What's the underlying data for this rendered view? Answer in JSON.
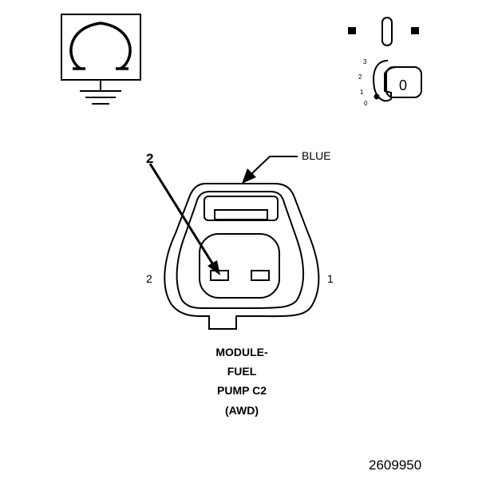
{
  "ohmmeter_symbol": {
    "glyph": "Ω"
  },
  "ignition_switch": {
    "positions": [
      "3",
      "2",
      "1",
      "0"
    ],
    "key_label": "0",
    "icon": "ignition-key-icon"
  },
  "connector": {
    "pin_callout": "2",
    "color_label": "BLUE",
    "pin_left_label": "2",
    "pin_right_label": "1",
    "title_lines": [
      "MODULE-",
      "FUEL",
      "PUMP C2",
      "(AWD)"
    ]
  },
  "figure_number": "2609950",
  "colors": {
    "ink": "#000000",
    "background": "#ffffff"
  }
}
